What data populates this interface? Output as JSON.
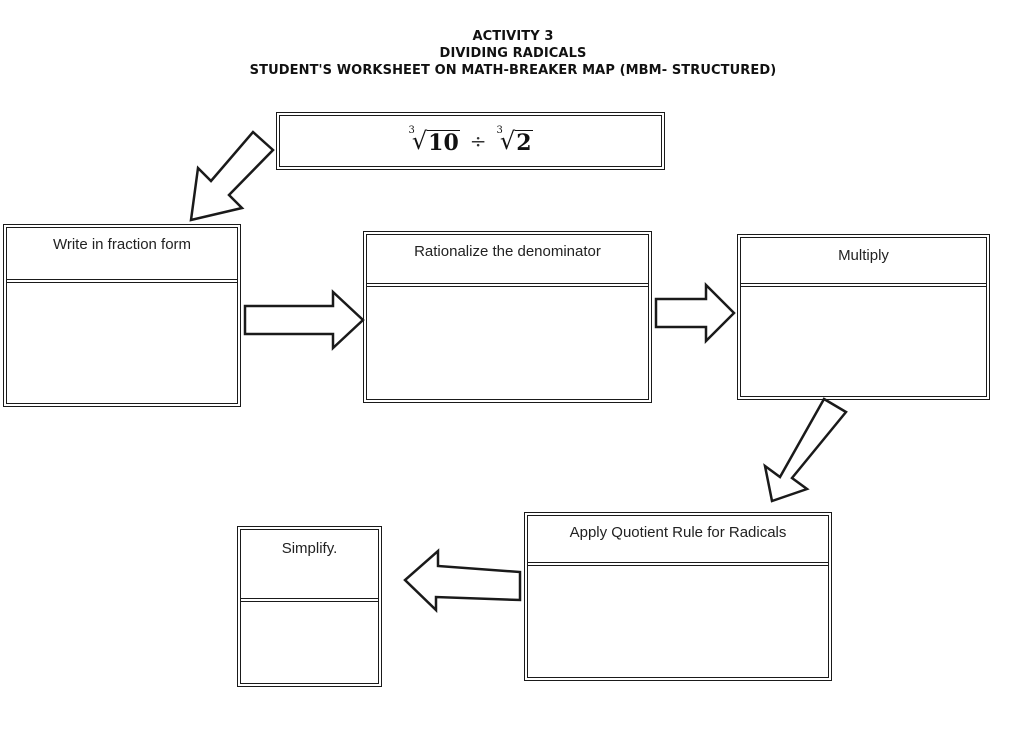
{
  "header": {
    "line1": "ACTIVITY 3",
    "line2": "DIVIDING RADICALS",
    "line3": "STUDENT'S WORKSHEET ON MATH-BREAKER MAP (MBM- STRUCTURED)"
  },
  "problem": {
    "left_index": "3",
    "left_radicand": "10",
    "operator": "÷",
    "right_index": "3",
    "right_radicand": "2"
  },
  "steps": {
    "step1": "Write in fraction form",
    "step2": "Rationalize the denominator",
    "step3": "Multiply",
    "step4": "Apply Quotient Rule for Radicals",
    "step5": "Simplify."
  },
  "colors": {
    "stroke": "#1a1a1a",
    "background": "#ffffff"
  }
}
